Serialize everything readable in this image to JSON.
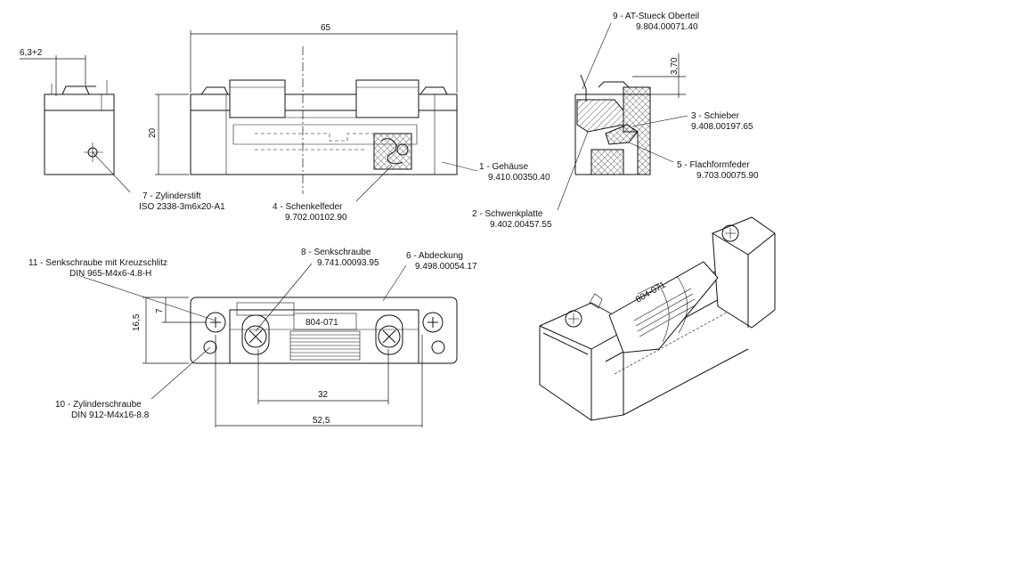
{
  "dimensions": {
    "width_total": "65",
    "height": "20",
    "side_offset": "6,3+2",
    "top_offset": "3,70",
    "plan_height": "16,5",
    "plan_offset": "7",
    "screw_spacing": "32",
    "hole_spacing": "52,5"
  },
  "parts": [
    {
      "name": "1 - Gehäuse",
      "code": "9.410.00350.40"
    },
    {
      "name": "2 - Schwenkplatte",
      "code": "9.402.00457.55"
    },
    {
      "name": "3 - Schieber",
      "code": "9.408.00197.65"
    },
    {
      "name": "4 - Schenkelfeder",
      "code": "9.702.00102.90"
    },
    {
      "name": "5 - Flachformfeder",
      "code": "9.703.00075.90"
    },
    {
      "name": "6 - Abdeckung",
      "code": "9.498.00054.17"
    },
    {
      "name": "7 - Zylinderstift",
      "code": "ISO 2338-3m6x20-A1"
    },
    {
      "name": "8 - Senkschraube",
      "code": "9.741.00093.95"
    },
    {
      "name": "9 - AT-Stueck Oberteil",
      "code": "9.804.00071.40"
    },
    {
      "name": "10 - Zylinderschraube",
      "code": "DIN 912-M4x16-8.8"
    },
    {
      "name": "11 - Senkschraube  mit Kreuzschlitz",
      "code": "DIN 965-M4x6-4.8-H"
    }
  ],
  "plate_label": "804-071",
  "iso_label": "804-071"
}
